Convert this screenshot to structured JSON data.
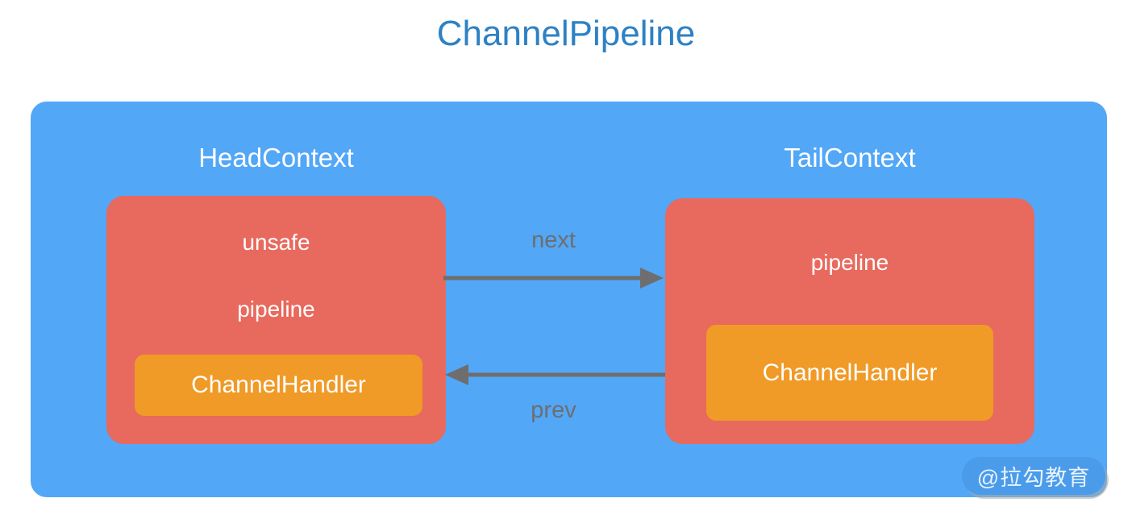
{
  "title": "ChannelPipeline",
  "panel": {
    "name": "channel-pipeline-panel",
    "color": "#52a7f7"
  },
  "contexts": [
    {
      "label": "HeadContext",
      "box_color": "#e8695d",
      "fields": [
        "unsafe",
        "pipeline"
      ],
      "handler": {
        "label": "ChannelHandler",
        "color": "#f09a27"
      }
    },
    {
      "label": "TailContext",
      "box_color": "#e8695d",
      "fields": [
        "pipeline"
      ],
      "handler": {
        "label": "ChannelHandler",
        "color": "#f09a27"
      }
    }
  ],
  "arrows": [
    {
      "label": "next",
      "direction": "right",
      "color": "#6e6e6e",
      "from": "HeadContext",
      "to": "TailContext"
    },
    {
      "label": "prev",
      "direction": "left",
      "color": "#6e6e6e",
      "from": "TailContext",
      "to": "HeadContext"
    }
  ],
  "watermark": {
    "text": "@拉勾教育",
    "background": "#4a9bea"
  },
  "colors": {
    "title": "#2d81c4",
    "panel": "#52a7f7",
    "context_box": "#e8695d",
    "handler": "#f09a27",
    "arrow": "#6e6e6e",
    "text_on_color": "#ffffff",
    "page_background": "#ffffff"
  }
}
